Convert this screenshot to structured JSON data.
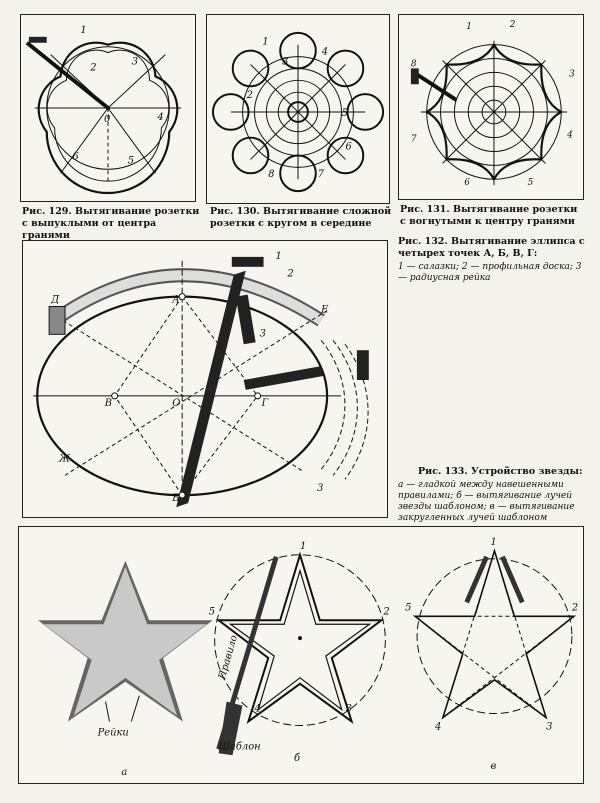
{
  "fig129": {
    "caption": "Рис. 129. Вытягивание розетки с выпуклыми от центра гранями",
    "labels": {
      "n1": "1",
      "n2": "2",
      "n3": "3",
      "n4": "4",
      "n5": "5",
      "n6": "6",
      "n0": "0"
    }
  },
  "fig130": {
    "caption": "Рис. 130. Вытягивание сложной розетки с кругом в середине",
    "labels": {
      "n1": "1",
      "n2": "2",
      "n3": "3",
      "n4": "4",
      "n5": "5",
      "n6": "6",
      "n7": "7",
      "n8": "8"
    }
  },
  "fig131": {
    "caption": "Рис. 131. Вытягивание розетки с вогнутыми к центру гранями",
    "labels": {
      "n1": "1",
      "n2": "2",
      "n3": "3",
      "n4": "4",
      "n5": "5",
      "n6": "6",
      "n7": "7",
      "n8": "8"
    }
  },
  "fig132": {
    "caption": "Рис. 132. Вытягивание эллипса с четырех точек А, Б, В, Г:",
    "legend": "1 — салазки; 2 — профильная доска; 3 — радиусная рейка",
    "labels": {
      "A": "А",
      "B": "Б",
      "V": "В",
      "G": "Г",
      "D": "Д",
      "E": "Е",
      "Zh": "Ж",
      "O": "О",
      "n1": "1",
      "n2": "2",
      "n3": "3",
      "n3b": "3"
    }
  },
  "fig133": {
    "caption": "Рис. 133. Устройство звезды:",
    "legend": "а — гладкой между навешенными правилами; б — вытягивание лучей звезды шаблоном; в — вытягивание закругленных лучей шаблоном",
    "labels": {
      "a": "а",
      "b": "б",
      "v": "в",
      "reiki": "Рейки",
      "pravilo": "Правило",
      "shablon": "Шаблон",
      "b1": "1",
      "b2": "2",
      "b3": "3",
      "b4": "4",
      "b5": "5",
      "v1": "1",
      "v2": "2",
      "v3": "3",
      "v4": "4",
      "v5": "5"
    }
  }
}
